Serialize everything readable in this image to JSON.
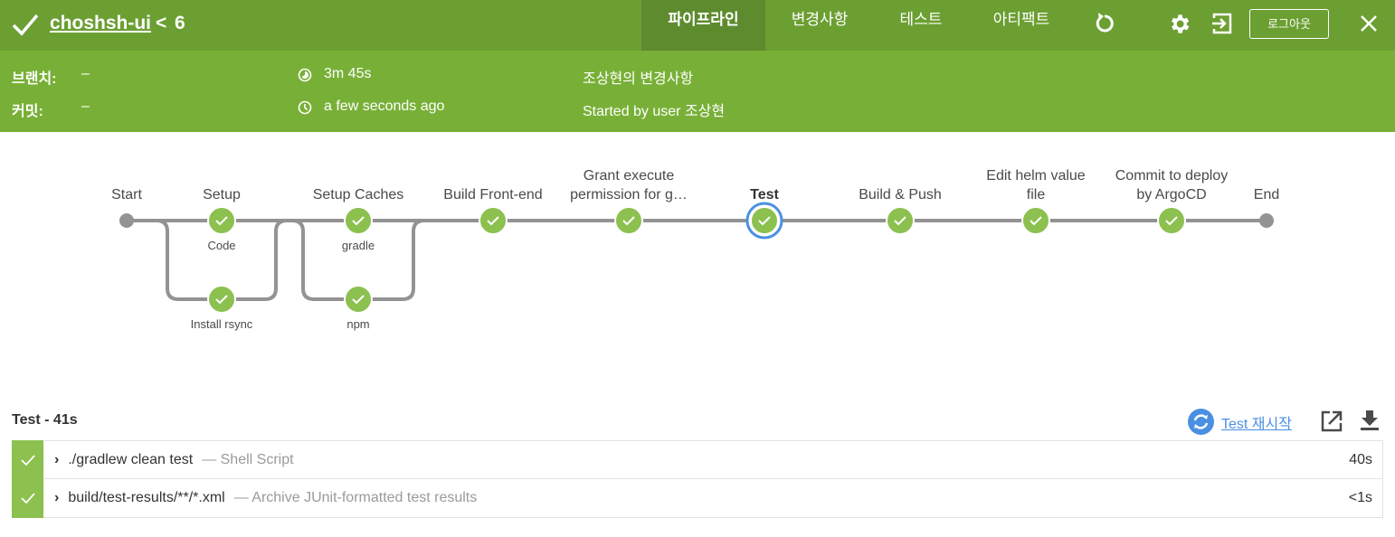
{
  "header": {
    "job_name": "choshsh-ui",
    "separator": "<",
    "build_number": "6",
    "tabs": [
      {
        "label": "파이프라인",
        "active": true
      },
      {
        "label": "변경사항"
      },
      {
        "label": "테스트"
      },
      {
        "label": "아티팩트"
      }
    ],
    "logout_label": "로그아웃"
  },
  "summary": {
    "branch_label": "브랜치:",
    "branch_value": "–",
    "commit_label": "커밋:",
    "commit_value": "–",
    "duration": "3m 45s",
    "started": "a few seconds ago",
    "changes": "조상현의 변경사항",
    "started_by": "Started by user 조상현"
  },
  "pipeline": {
    "stages": [
      {
        "label": "Start"
      },
      {
        "label": "Setup",
        "parallel": [
          "Code",
          "Install rsync"
        ]
      },
      {
        "label": "Setup Caches",
        "parallel": [
          "gradle",
          "npm"
        ]
      },
      {
        "label": "Build Front-end"
      },
      {
        "label": "Grant execute",
        "label2": "permission for g…"
      },
      {
        "label": "Test",
        "selected": true
      },
      {
        "label": "Build & Push"
      },
      {
        "label": "Edit helm value",
        "label2": "file"
      },
      {
        "label": "Commit to deploy",
        "label2": "by ArgoCD"
      },
      {
        "label": "End"
      }
    ],
    "colors": {
      "success": "#8cc04f",
      "line": "#949393",
      "selected": "#4a90e2"
    }
  },
  "detail": {
    "title": "Test - 41s",
    "restart_label": "Test 재시작",
    "steps": [
      {
        "command": "./gradlew clean test",
        "description": "— Shell Script",
        "duration": "40s"
      },
      {
        "command": "build/test-results/**/*.xml",
        "description": "— Archive JUnit-formatted test results",
        "duration": "<1s"
      }
    ]
  }
}
